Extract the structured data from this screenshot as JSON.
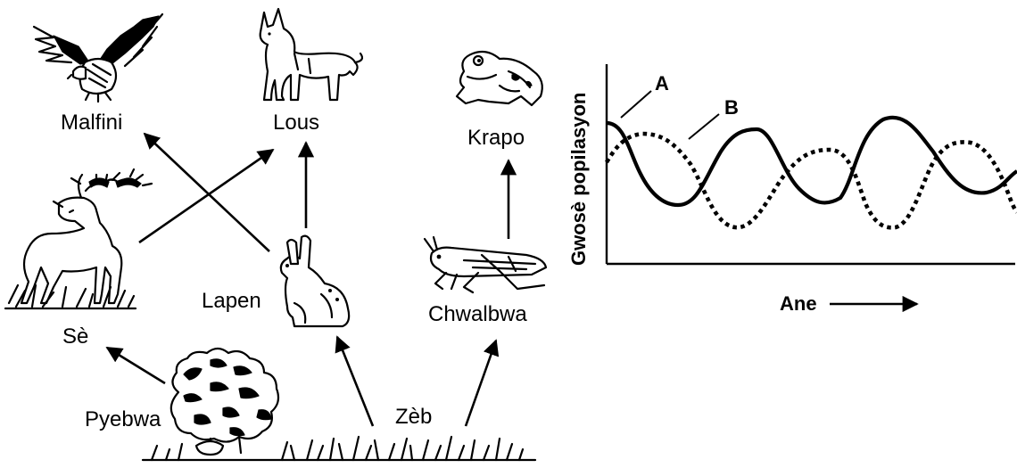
{
  "food_web": {
    "organisms": {
      "hawk": "Malfini",
      "wolf": "Lous",
      "frog": "Krapo",
      "deer": "Sè",
      "rabbit": "Lapen",
      "grasshopper": "Chwalbwa",
      "shrubs": "Pyebwa",
      "grass": "Zèb"
    },
    "icons": [
      "hawk-icon",
      "wolf-icon",
      "frog-icon",
      "deer-icon",
      "rabbit-icon",
      "grasshopper-icon",
      "shrub-icon",
      "grass-icon"
    ],
    "arrows": [
      {
        "from": "Pyebwa",
        "to": "Sè"
      },
      {
        "from": "Zèb",
        "to": "Lapen"
      },
      {
        "from": "Zèb",
        "to": "Chwalbwa"
      },
      {
        "from": "Sè",
        "to": "Lous"
      },
      {
        "from": "Lapen",
        "to": "Malfini"
      },
      {
        "from": "Lapen",
        "to": "Lous"
      },
      {
        "from": "Chwalbwa",
        "to": "Krapo"
      }
    ]
  },
  "graph": {
    "ylabel": "Gwosè popilasyon",
    "xlabel": "Ane",
    "series": [
      {
        "name": "A",
        "style": "solid"
      },
      {
        "name": "B",
        "style": "dotted"
      }
    ]
  }
}
